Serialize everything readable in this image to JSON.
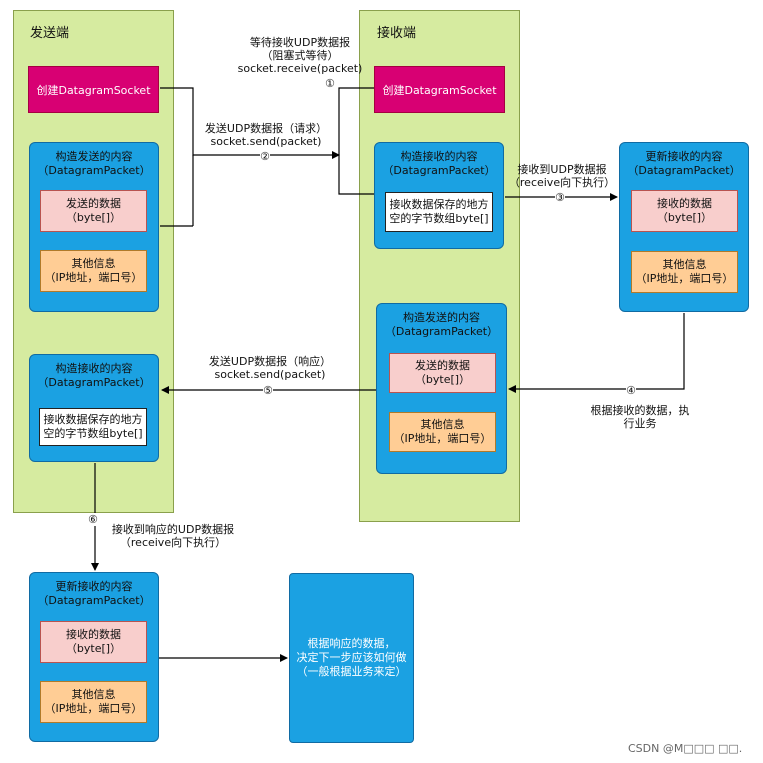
{
  "sender": {
    "title": "发送端",
    "create_socket": "创建DatagramSocket",
    "build_send": {
      "title": "构造发送的内容\n（DatagramPacket）",
      "data": "发送的数据\n（byte[]）",
      "info": "其他信息\n（IP地址，端口号）"
    },
    "build_receive": {
      "title": "构造接收的内容\n（DatagramPacket）",
      "buffer": "接收数据保存的地方\n空的字节数组byte[]"
    }
  },
  "receiver": {
    "title": "接收端",
    "create_socket": "创建DatagramSocket",
    "build_receive": {
      "title": "构造接收的内容\n（DatagramPacket）",
      "buffer": "接收数据保存的地方\n空的字节数组byte[]"
    },
    "build_send": {
      "title": "构造发送的内容\n（DatagramPacket）",
      "data": "发送的数据\n（byte[]）",
      "info": "其他信息\n（IP地址，端口号）"
    }
  },
  "receiver_update": {
    "title": "更新接收的内容\n（DatagramPacket）",
    "data": "接收的数据\n（byte[]）",
    "info": "其他信息\n（IP地址，端口号）"
  },
  "sender_update": {
    "title": "更新接收的内容\n（DatagramPacket）",
    "data": "接收的数据\n（byte[]）",
    "info": "其他信息\n（IP地址，端口号）"
  },
  "decision_box": "根据响应的数据，\n决定下一步应该如何做\n（一般根据业务来定）",
  "steps": {
    "s1": {
      "num": "①",
      "text": "等待接收UDP数据报\n（阻塞式等待）\nsocket.receive(packet)"
    },
    "s2": {
      "num": "②",
      "text": "发送UDP数据报（请求）\nsocket.send(packet)"
    },
    "s3": {
      "num": "③",
      "text": "接收到UDP数据报\n（receive向下执行）"
    },
    "s4": {
      "num": "④",
      "text": "根据接收的数据，执\n行业务"
    },
    "s5": {
      "num": "⑤",
      "text": "发送UDP数据报（响应）\nsocket.send(packet)"
    },
    "s6": {
      "num": "⑥",
      "text": "接收到响应的UDP数据报\n（receive向下执行）"
    }
  },
  "watermark": "CSDN @M□□□ □□.",
  "colors": {
    "lane": "#d6eba0",
    "blue": "#1ba1e2",
    "magenta": "#d80073",
    "pink": "#f8cecc",
    "orange": "#ffcd95"
  }
}
